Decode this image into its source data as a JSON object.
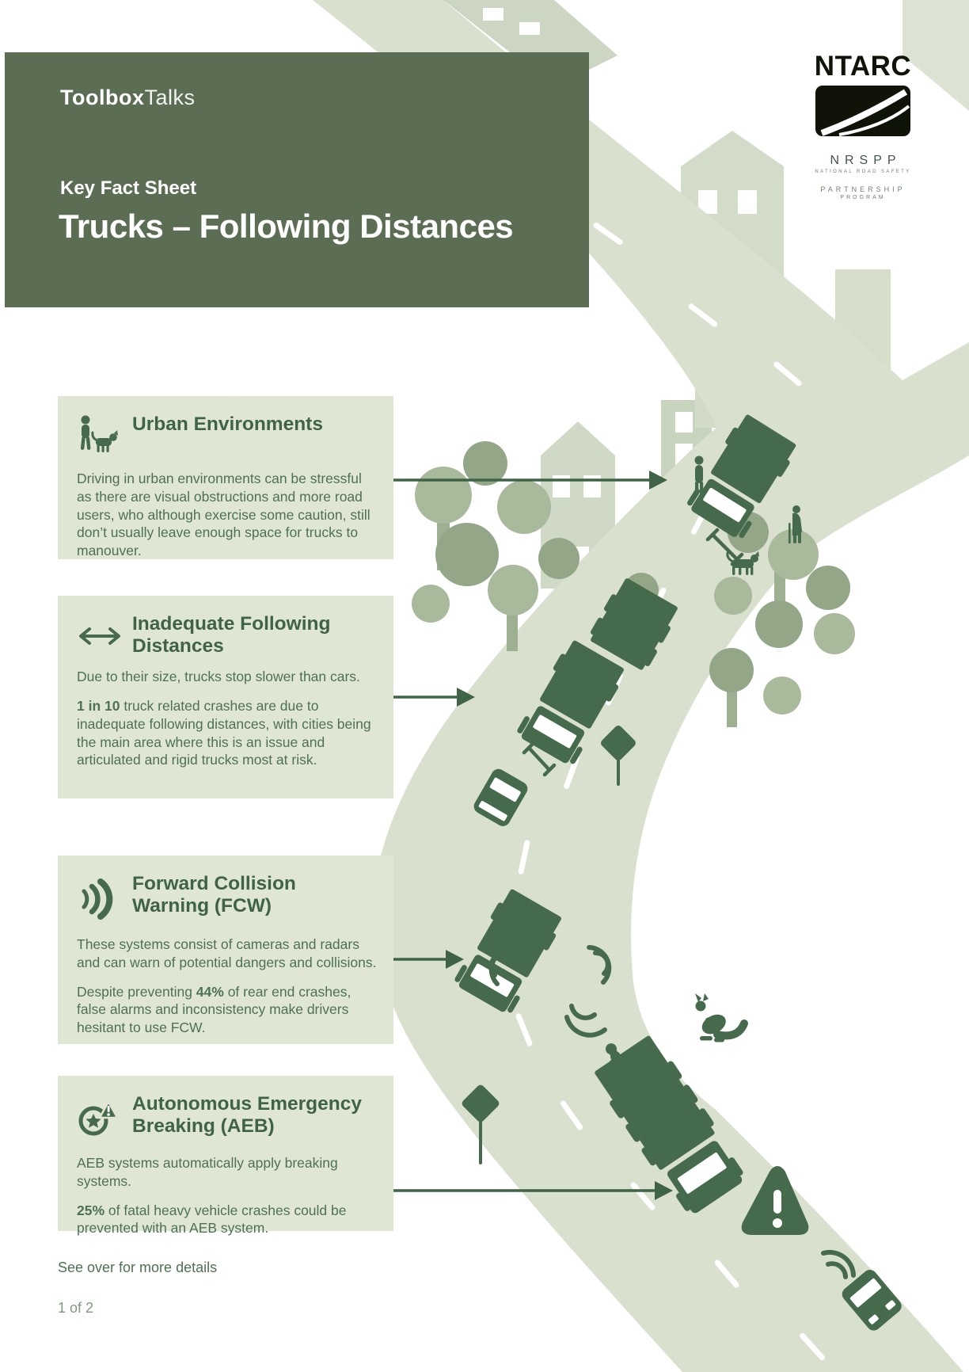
{
  "brand": {
    "logo_bold": "Toolbox",
    "logo_light": "Talks"
  },
  "header": {
    "eyebrow": "Key Fact Sheet",
    "title": "Trucks – Following Distances"
  },
  "ntarc": {
    "name": "NTARC",
    "org": "NRSPP",
    "org_sub": "NATIONAL ROAD SAFETY",
    "partnership": "PARTNERSHIP",
    "program": "PROGRAM"
  },
  "sections": [
    {
      "id": "urban-environments",
      "icon": "pedestrian-dog-icon",
      "title": "Urban Environments",
      "paragraphs": [
        {
          "text": "Driving in urban environments can be stressful as there are visual obstructions and more road users, who although exercise some caution, still don’t usually leave enough space for trucks to manouver."
        }
      ]
    },
    {
      "id": "inadequate-following-distances",
      "icon": "double-arrow-icon",
      "title": "Inadequate Following Distances",
      "paragraphs": [
        {
          "text": "Due to their size, trucks stop slower than cars."
        },
        {
          "bold": "1 in 10",
          "text": " truck related crashes are due to inadequate following distances, with cities being the main area where this is an issue and articulated and rigid trucks most at risk."
        }
      ]
    },
    {
      "id": "forward-collision-warning",
      "icon": "radar-waves-icon",
      "title": "Forward Collision Warning (FCW)",
      "paragraphs": [
        {
          "text": "These systems consist of cameras and radars and can warn of potential dangers and collisions."
        },
        {
          "pre": "Despite preventing ",
          "bold": "44%",
          "text": " of rear end crashes, false alarms and inconsistency make drivers hesitant to use FCW."
        }
      ]
    },
    {
      "id": "autonomous-emergency-breaking",
      "icon": "brake-warning-icon",
      "title": "Autonomous Emergency Breaking (AEB)",
      "paragraphs": [
        {
          "text": "AEB systems automatically apply breaking systems."
        },
        {
          "bold": "25%",
          "text": " of fatal heavy vehicle crashes could be prevented with an AEB system."
        }
      ]
    }
  ],
  "footer": {
    "note": "See over for more details",
    "page_number": "1 of 2"
  },
  "colors": {
    "header_bg": "#5b6e54",
    "card_bg": "#e0e6d4",
    "accent_dark_green": "#466a4c",
    "title_green": "#3f6347",
    "body_green": "#4d7153",
    "road": "#d9e0ce",
    "tree_light": "#a9b99c",
    "tree_dark": "#93a788",
    "building": "#cfd9c6",
    "page_number_green": "#7d9a80",
    "logo_black": "#101408"
  }
}
